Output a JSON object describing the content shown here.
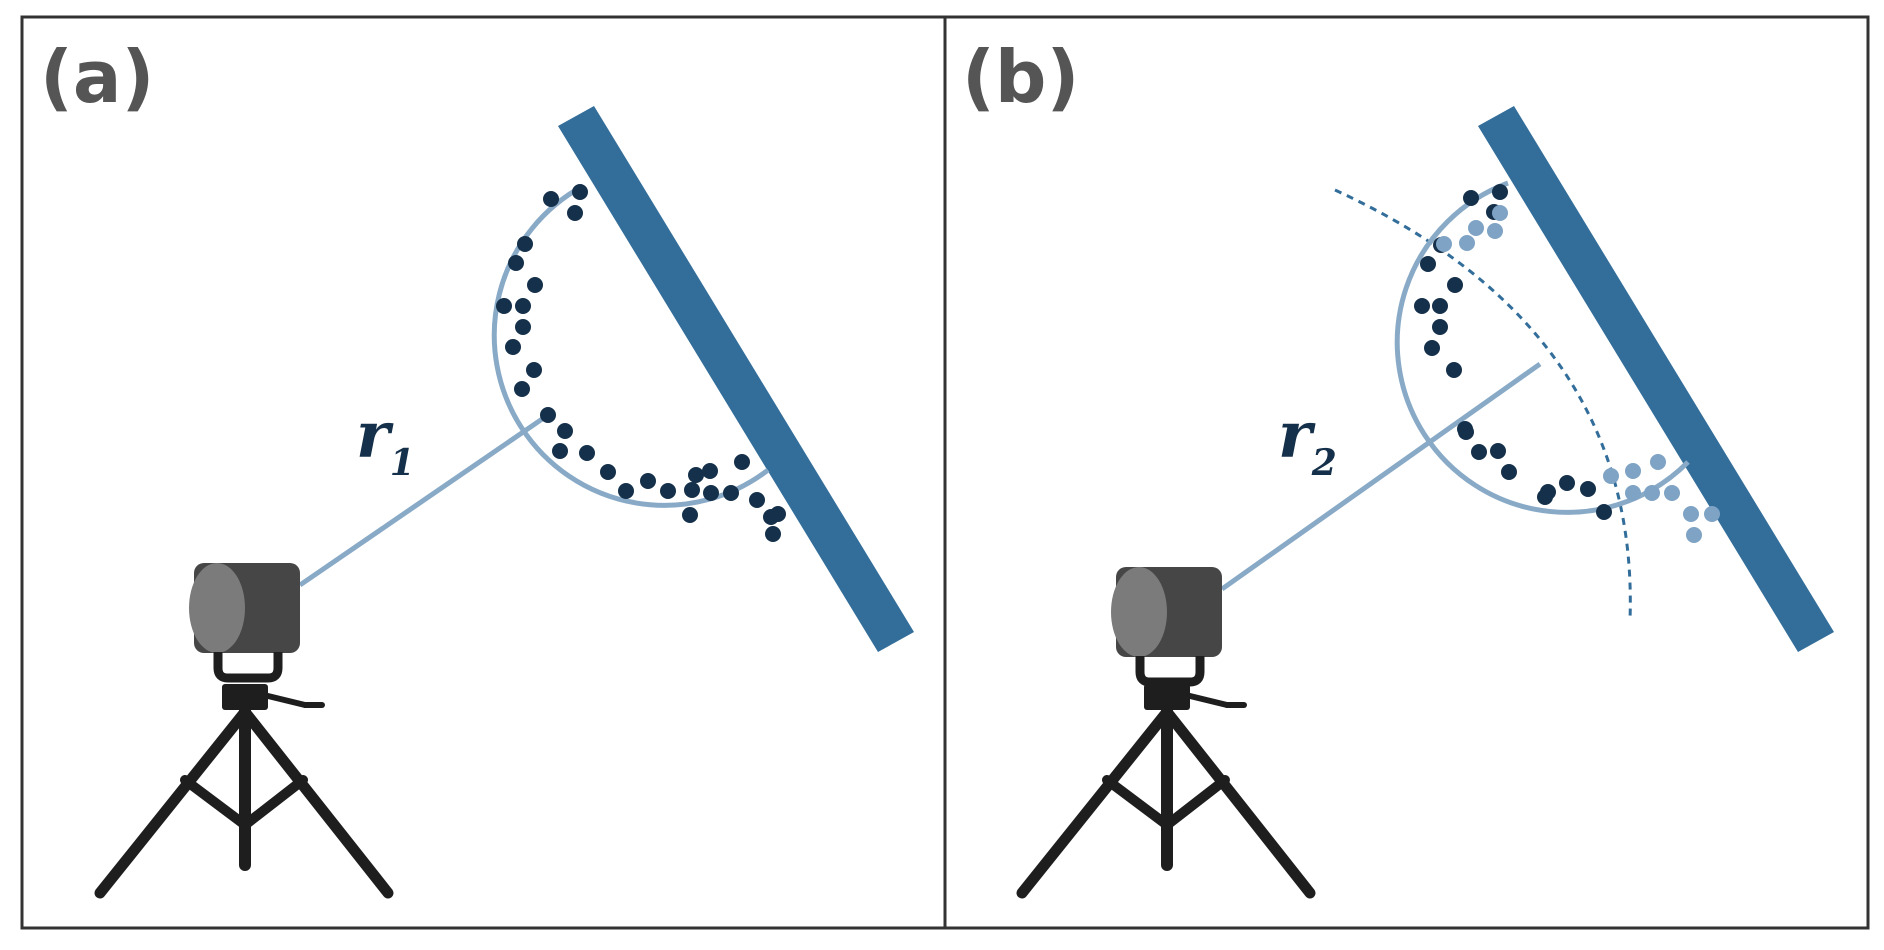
{
  "panels": [
    {
      "label": "(a)",
      "range_symbol": "r",
      "range_subscript": "1"
    },
    {
      "label": "(b)",
      "range_symbol": "r",
      "range_subscript": "2"
    }
  ],
  "colors": {
    "wall": "#336e9b",
    "ray": "#89aac7",
    "point_dark": "#15304a",
    "point_light": "#7fa3c4",
    "frame": "#333333",
    "device_body": "#464646",
    "device_face": "#7b7b7b",
    "tripod": "#1e1e1e"
  },
  "icons": [
    "lidar-scanner-icon",
    "tripod-icon",
    "wall-icon"
  ]
}
